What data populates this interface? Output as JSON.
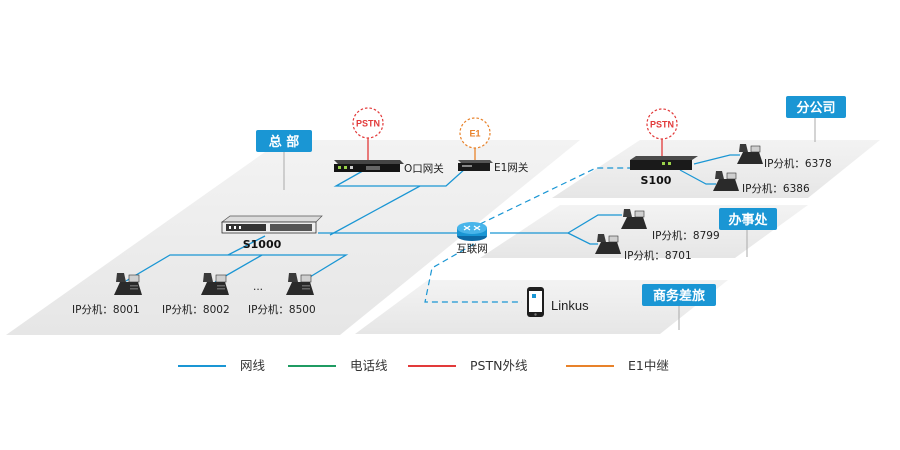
{
  "regions": {
    "hq": "总 部",
    "branch": "分公司",
    "office": "办事处",
    "travel": "商务差旅"
  },
  "devices": {
    "oo_gateway": "O口网关",
    "e1_gateway": "E1网关",
    "s1000": "S1000",
    "s100": "S100",
    "internet": "互联网",
    "linkus": "Linkus"
  },
  "rings": {
    "pstn_hq": "PSTN",
    "e1_hq": "E1",
    "pstn_branch": "PSTN"
  },
  "extensions": {
    "hq_8001": "IP分机：8001",
    "hq_8002": "IP分机：8002",
    "hq_ellipsis": "···",
    "hq_8500": "IP分机：8500",
    "branch_6378": "IP分机：6378",
    "branch_6386": "IP分机：6386",
    "office_8799": "IP分机：8799",
    "office_8701": "IP分机：8701"
  },
  "legend": [
    {
      "label": "网线",
      "color": "#1a96d4"
    },
    {
      "label": "电话线",
      "color": "#1f9b62"
    },
    {
      "label": "PSTN外线",
      "color": "#e23a3a"
    },
    {
      "label": "E1中继",
      "color": "#e8822a"
    }
  ],
  "colors": {
    "network": "#1a96d4",
    "tag_bg": "#1a96d4",
    "platform": "#ececec",
    "pstn": "#e23a3a",
    "e1": "#e8822a"
  }
}
